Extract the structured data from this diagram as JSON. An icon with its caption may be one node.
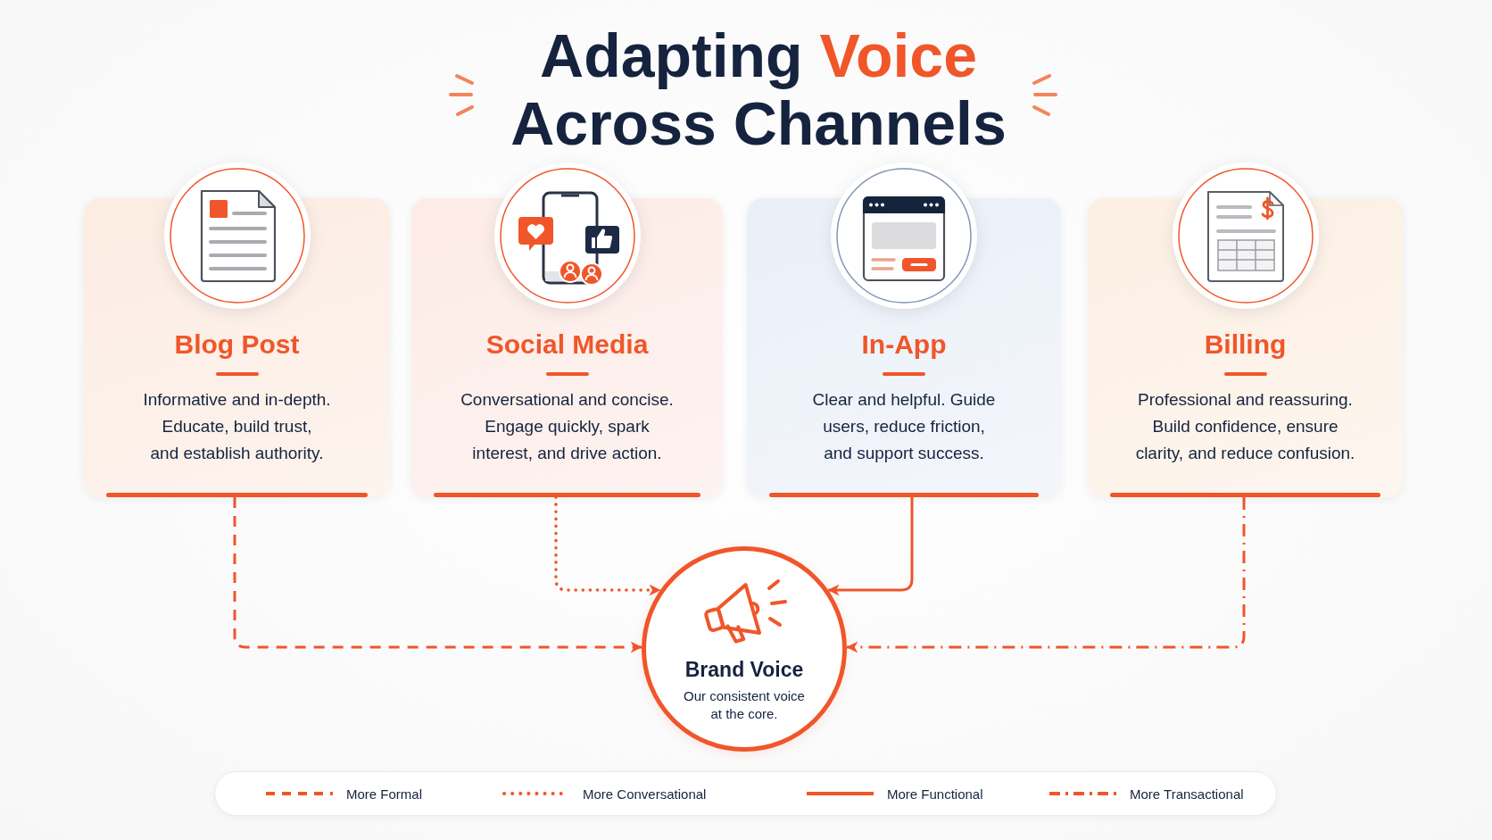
{
  "diagram": {
    "title": "Adapting Voice Across Channels",
    "nodes": [
      {
        "text": [
          "Blog Post",
          "Informative and in-depth. Educate, build trust, and establish authority."
        ]
      },
      {
        "text": [
          "Social Media",
          "Conversational and concise. Engage quickly, spark interest, and drive action."
        ]
      },
      {
        "text": [
          "In-App",
          "Clear and helpful. Guide users, reduce friction, and support success."
        ]
      },
      {
        "text": [
          "Billing",
          "Professional and reassuring. Build confidence, ensure clarity, and reduce confusion."
        ]
      },
      {
        "text": [
          "Brand Voice",
          "Our consistent voice at the core."
        ]
      }
    ],
    "edges": [
      {
        "from": 0,
        "to": 4,
        "arrow": "to",
        "style": "dashed"
      },
      {
        "from": 1,
        "to": 4,
        "arrow": "to",
        "style": "dashed"
      },
      {
        "from": 2,
        "to": 4,
        "arrow": "to"
      },
      {
        "from": 3,
        "to": 4,
        "arrow": "to",
        "style": "dashed"
      }
    ],
    "legend": [
      {
        "text": "More Formal"
      },
      {
        "text": "More Conversational"
      },
      {
        "text": "More Functional"
      },
      {
        "text": "More Transactional"
      }
    ]
  }
}
